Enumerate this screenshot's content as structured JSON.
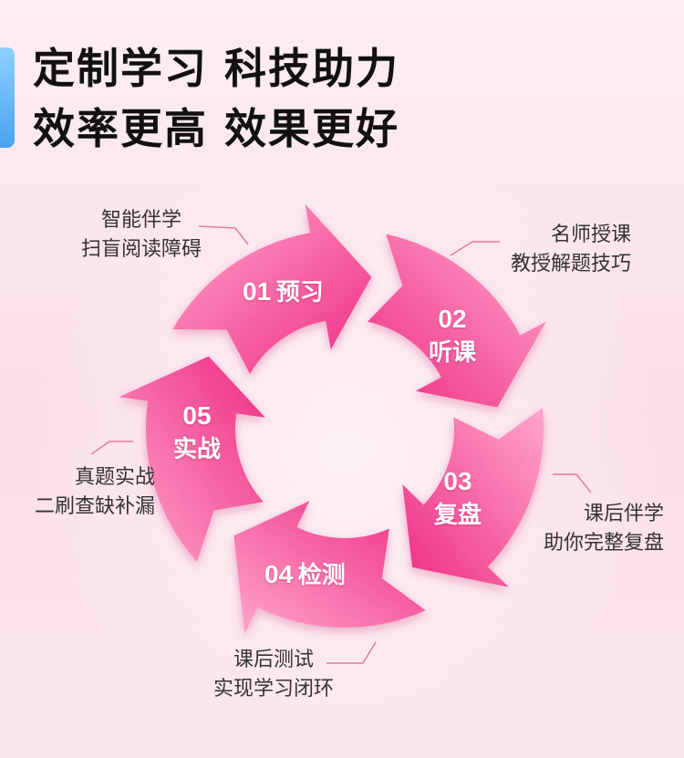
{
  "headline": {
    "line1": "定制学习 科技助力",
    "line2": "效率更高 效果更好"
  },
  "steps": [
    {
      "number": "01",
      "name": "预习",
      "caption_lines": [
        "智能伴学",
        "扫盲阅读障碍"
      ]
    },
    {
      "number": "02",
      "name": "听课",
      "caption_lines": [
        "名师授课",
        "教授解题技巧"
      ]
    },
    {
      "number": "03",
      "name": "复盘",
      "caption_lines": [
        "课后伴学",
        "助你完整复盘"
      ]
    },
    {
      "number": "04",
      "name": "检测",
      "caption_lines": [
        "课后测试",
        "实现学习闭环"
      ]
    },
    {
      "number": "05",
      "name": "实战",
      "caption_lines": [
        "真题实战",
        "二刷查缺补漏"
      ]
    }
  ],
  "colors": {
    "arrow_light": "#ff8fc0",
    "arrow_dark": "#e8207a",
    "accent_bar": "#5ab0f5",
    "leader_line": "#e57aa3"
  }
}
